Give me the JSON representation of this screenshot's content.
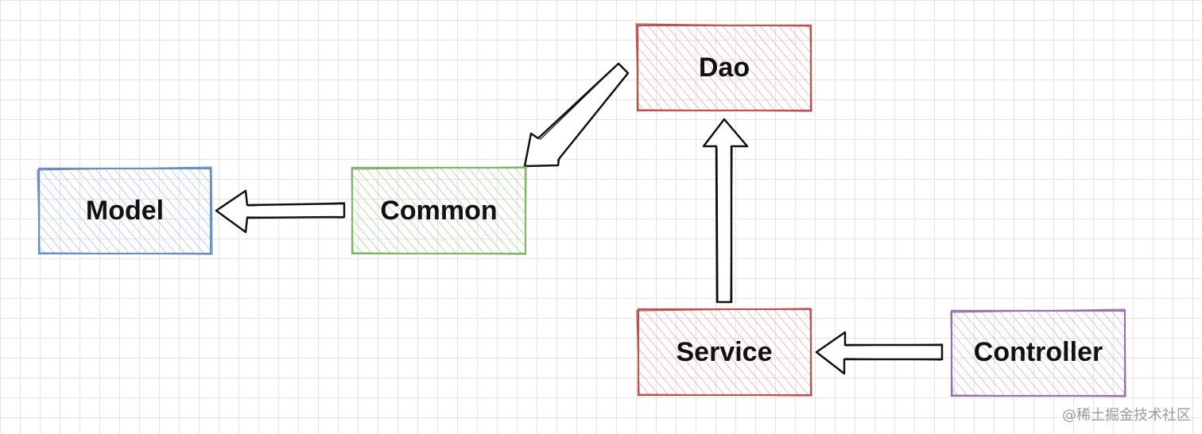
{
  "diagram": {
    "nodes": [
      {
        "id": "model",
        "label": "Model",
        "color": "#6c8ebf",
        "fill": "#dae8fc"
      },
      {
        "id": "common",
        "label": "Common",
        "color": "#82b366",
        "fill": "#d5e8d4"
      },
      {
        "id": "dao",
        "label": "Dao",
        "color": "#b85450",
        "fill": "#f8cecc"
      },
      {
        "id": "service",
        "label": "Service",
        "color": "#b85450",
        "fill": "#f8cecc"
      },
      {
        "id": "controller",
        "label": "Controller",
        "color": "#9673a6",
        "fill": "#e1d5e7"
      }
    ],
    "edges": [
      {
        "from": "common",
        "to": "model"
      },
      {
        "from": "dao",
        "to": "common"
      },
      {
        "from": "service",
        "to": "dao"
      },
      {
        "from": "controller",
        "to": "service"
      }
    ]
  },
  "watermark": "@稀土掘金技术社区"
}
